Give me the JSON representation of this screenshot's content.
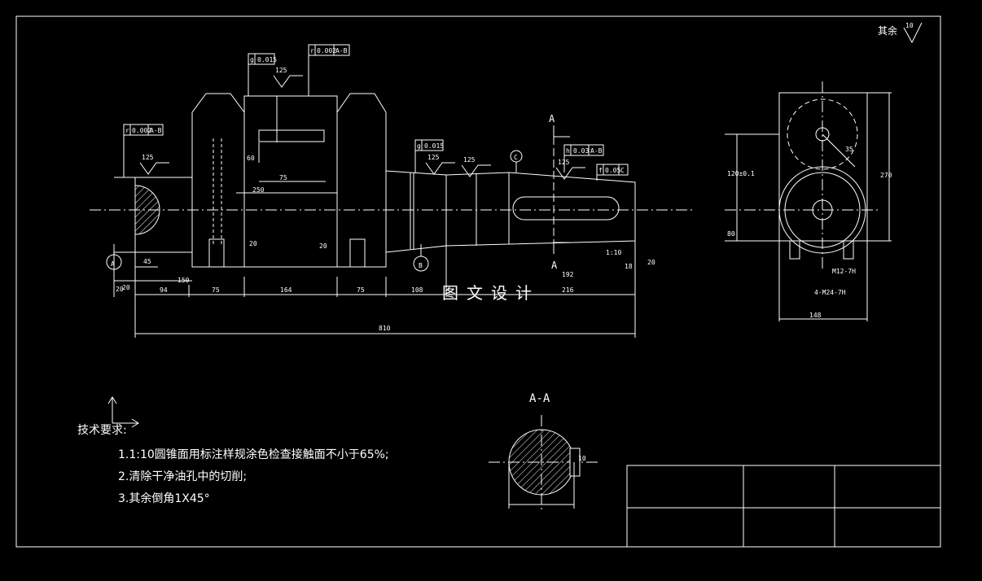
{
  "surface_roughness": {
    "label": "其余",
    "value": "10"
  },
  "watermark": "图文设计",
  "tech_requirements": {
    "title": "技术要求:",
    "items": [
      "1.1:10圆锥面用标注样规涂色检查接触面不小于65%;",
      "2.清除干净油孔中的切削;",
      "3.其余倒角1X45°"
    ]
  },
  "section": {
    "label": "A-A",
    "cut_label": "A"
  },
  "datums": {
    "a": "A",
    "b": "B",
    "c": "C"
  },
  "tolerances": {
    "t1": {
      "sym": "r",
      "val": "0.002",
      "ref": "A-B"
    },
    "t2": {
      "sym": "g",
      "val": "0.015"
    },
    "t3": {
      "sym": "r",
      "val": "0.002",
      "ref": "A-B"
    },
    "t4": {
      "sym": "g",
      "val": "0.015"
    },
    "t5": {
      "sym": "h",
      "val": "0.03",
      "ref": "A-B"
    },
    "t6": {
      "sym": "f",
      "val": "0.05",
      "ref": "C"
    }
  },
  "roughness_marks": [
    "125",
    "125",
    "125",
    "125",
    "125"
  ],
  "dimensions": {
    "overall": "810",
    "left_shaft": "94",
    "seg_150": "150",
    "seg_75a": "75",
    "center": "164",
    "seg_75b": "75",
    "seg_108": "108",
    "right": "216",
    "d45": "45",
    "d20": "20",
    "d250": "250",
    "d75": "75",
    "d60": "60",
    "d18": "18",
    "d192": "192",
    "d110": "1:10",
    "d35": "35",
    "d270": "270",
    "d80": "80",
    "d148": "148",
    "d120": "120±0.1",
    "d10": "10",
    "m12": "M12-7H",
    "m24": "4-M24-7H",
    "r20a": "20",
    "r20b": "20",
    "r20c": "20",
    "r20d": "20"
  }
}
